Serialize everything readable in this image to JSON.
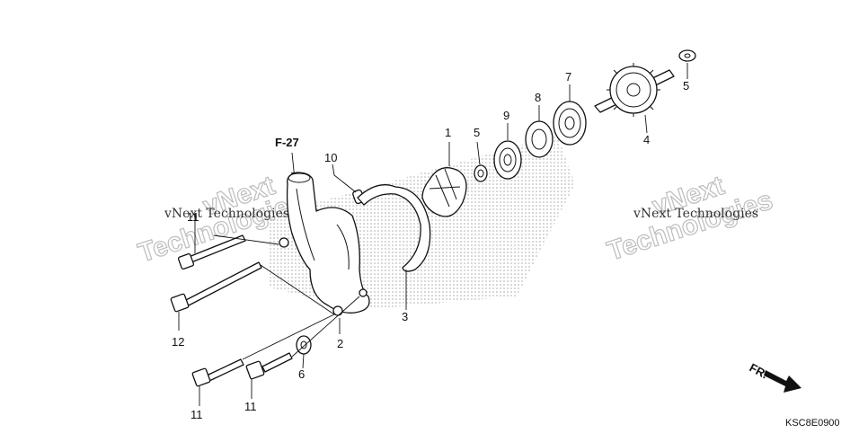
{
  "callouts": {
    "c1": "1",
    "c2": "2",
    "c3": "3",
    "c4": "4",
    "c5a": "5",
    "c5b": "5",
    "c6": "6",
    "c7": "7",
    "c8": "8",
    "c9": "9",
    "c10": "10",
    "c11a": "11",
    "c11b": "11",
    "c11c": "11",
    "c12": "12"
  },
  "reference": "F-27",
  "direction": "FR.",
  "diagram_code": "KSC8E0900",
  "watermark": {
    "line1": "vNext Technologies",
    "line2": "Technologies"
  },
  "colors": {
    "ink": "#111111",
    "stipple": "#9a9a9a",
    "watermark": "#bdbdbd"
  }
}
